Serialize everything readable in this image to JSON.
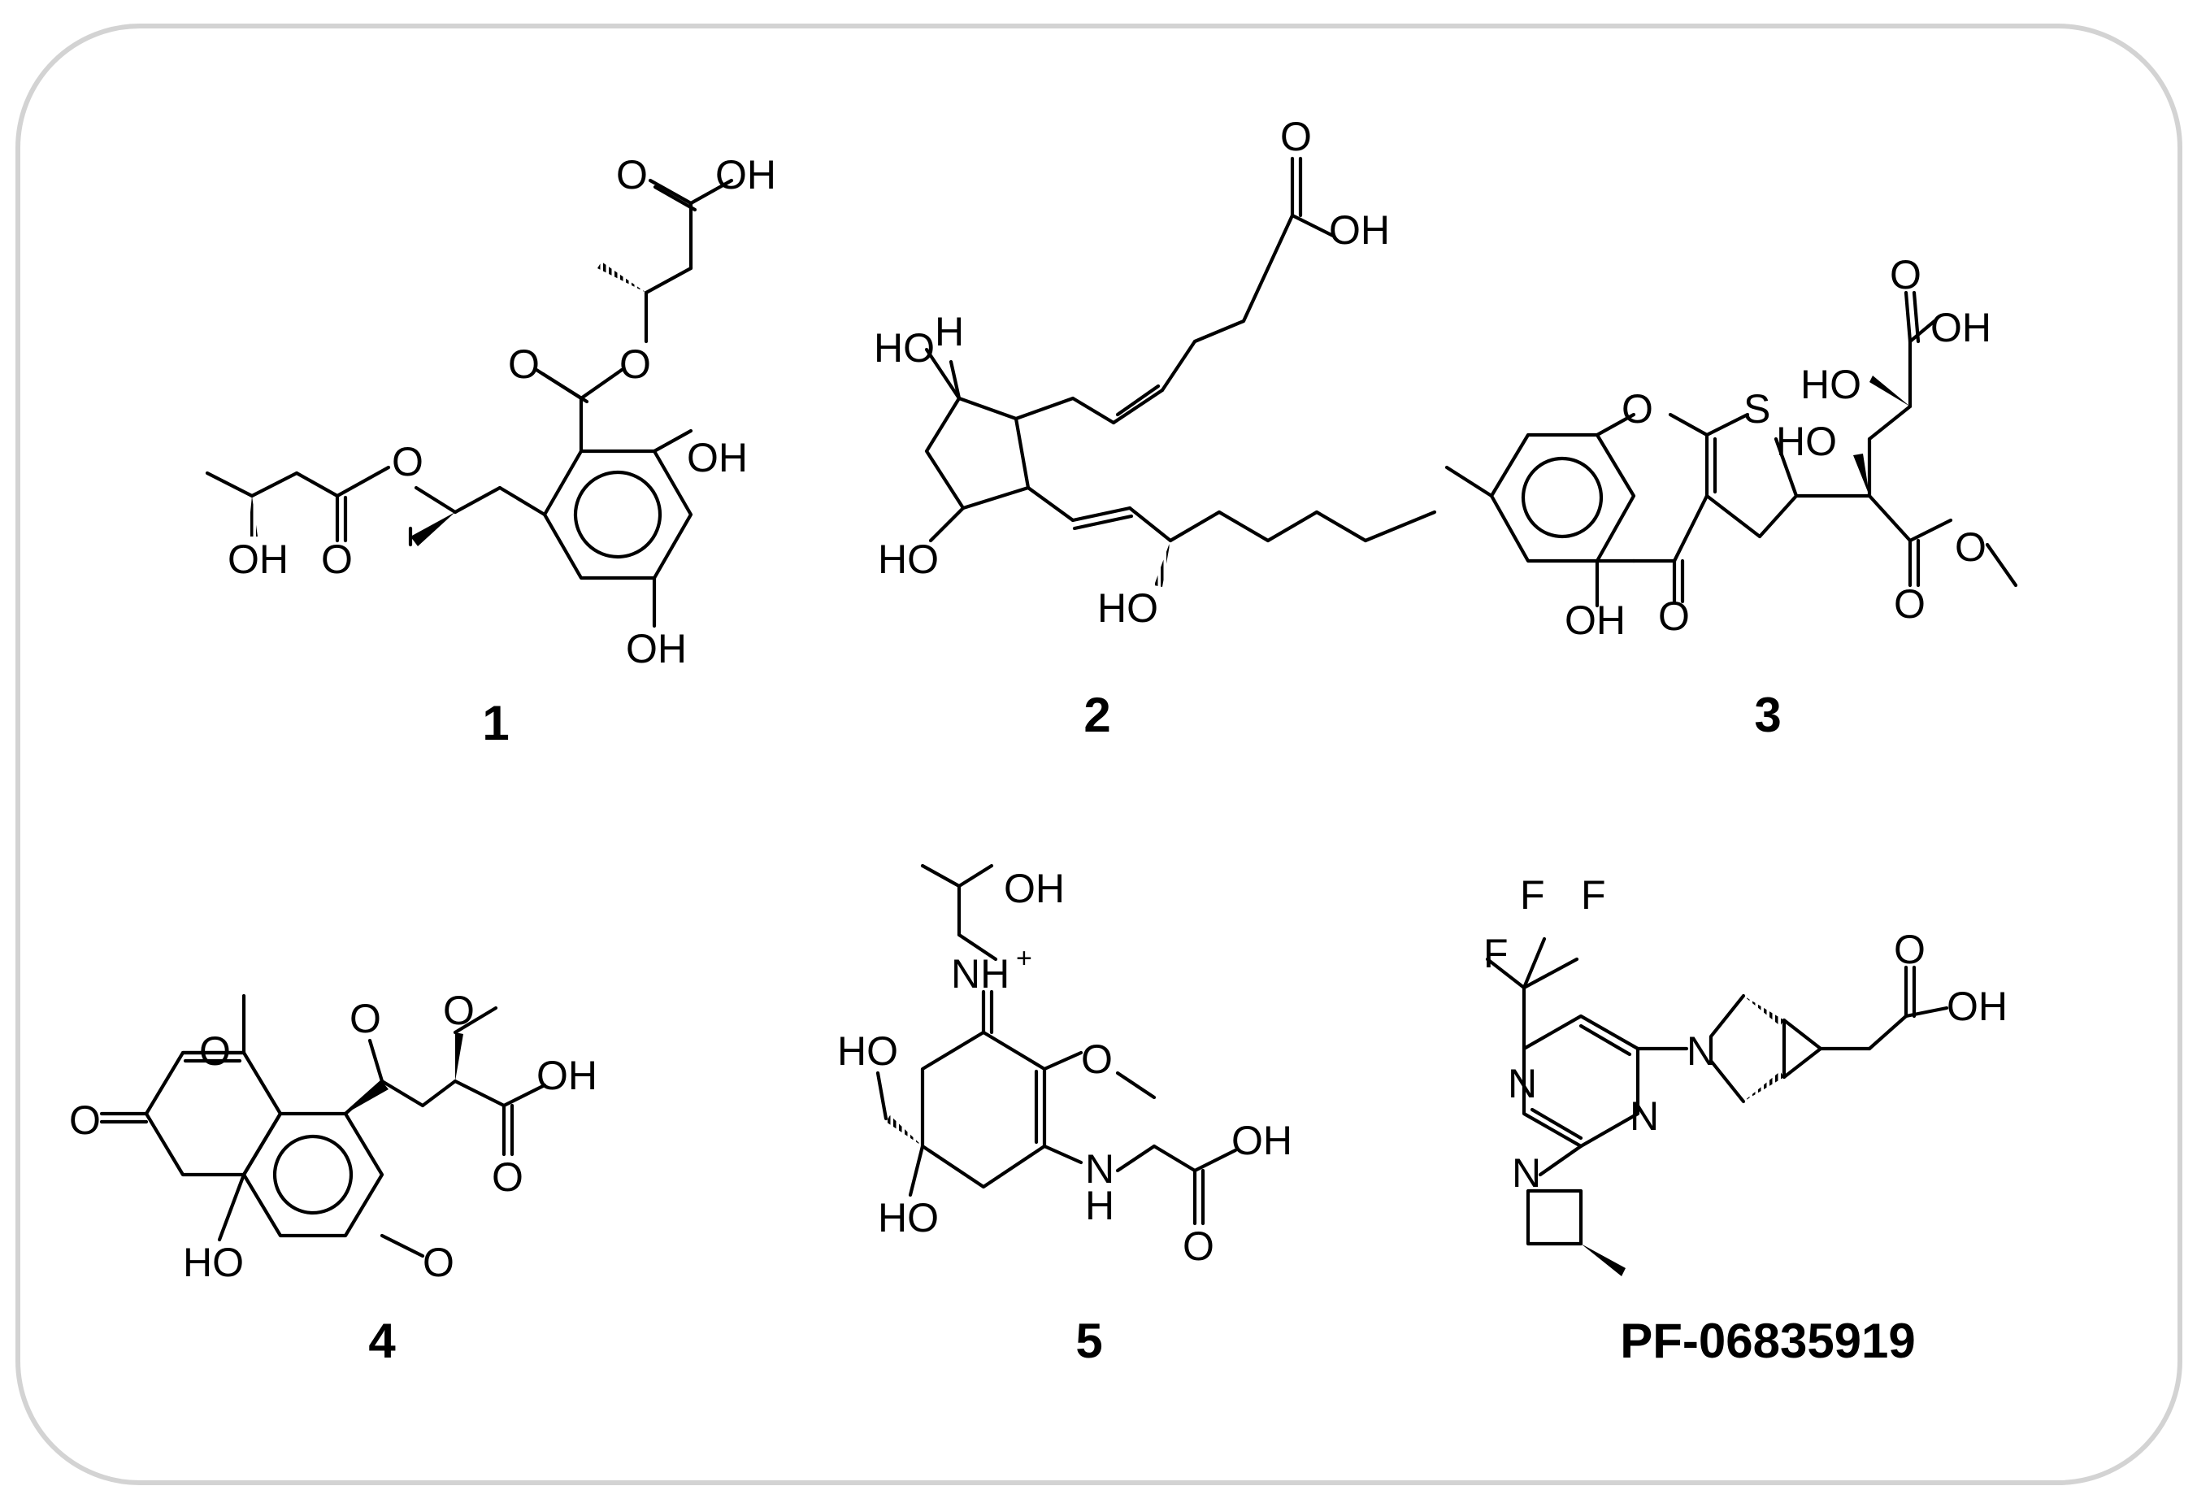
{
  "compounds": [
    {
      "label": "1"
    },
    {
      "label": "2"
    },
    {
      "label": "3"
    },
    {
      "label": "4"
    },
    {
      "label": "5"
    },
    {
      "label": "PF-06835919"
    }
  ],
  "atoms": {
    "OH": "OH",
    "HO": "HO",
    "O": "O",
    "S": "S",
    "H": "H",
    "N": "N",
    "F": "F",
    "NH": "NH",
    "plus": "+"
  }
}
